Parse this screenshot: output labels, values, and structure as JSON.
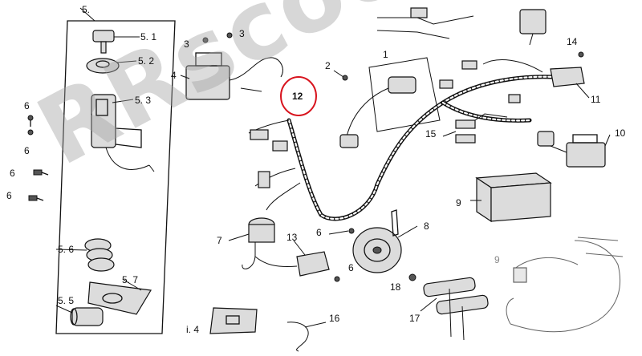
{
  "watermark": "RRscooters",
  "highlight_color": "#d8141e",
  "callouts": {
    "c1": "1",
    "c2": "2",
    "c3a": "3",
    "c3b": "3",
    "c4": "4",
    "c5": "5.",
    "c51": "5. 1",
    "c52": "5. 2",
    "c53": "5. 3",
    "c56": "5. 6",
    "c57": "5. 7",
    "c55": "5. 5",
    "c6a": "6",
    "c6b": "6",
    "c6c": "6",
    "c6d": "6",
    "c6e": "6",
    "c6f": "6",
    "c7": "7",
    "c8": "8",
    "c9": "9",
    "c9b": "9",
    "c10": "10",
    "c11": "11",
    "c12": "12",
    "c13": "13",
    "c14": "14",
    "c15": "15",
    "c16": "16",
    "c17": "17",
    "c18": "18",
    "c14b": "i. 4"
  }
}
